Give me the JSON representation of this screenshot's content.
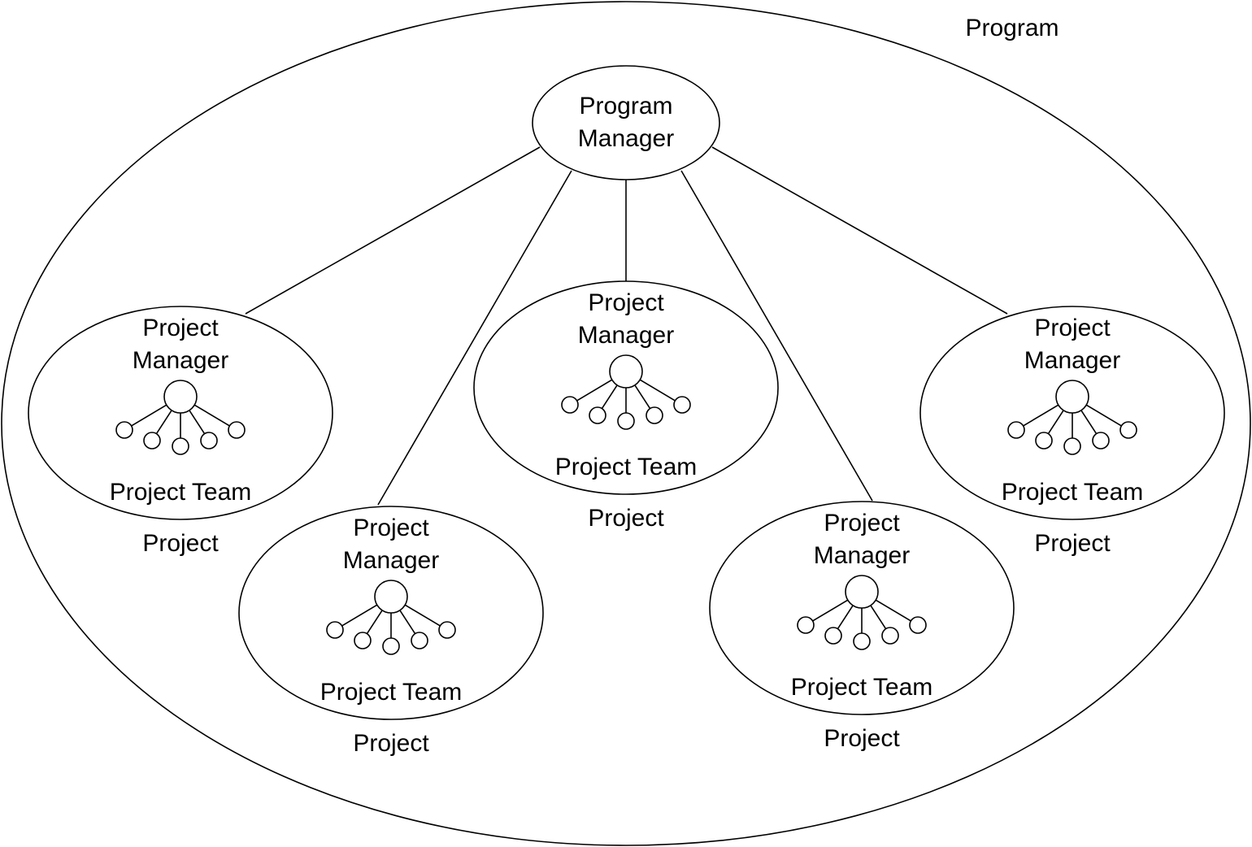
{
  "program": {
    "label": "Program",
    "manager_label_line1": "Program",
    "manager_label_line2": "Manager"
  },
  "projects": [
    {
      "manager_line1": "Project",
      "manager_line2": "Manager",
      "team_label": "Project Team",
      "project_label": "Project",
      "team_member_count": 5
    },
    {
      "manager_line1": "Project",
      "manager_line2": "Manager",
      "team_label": "Project Team",
      "project_label": "Project",
      "team_member_count": 5
    },
    {
      "manager_line1": "Project",
      "manager_line2": "Manager",
      "team_label": "Project Team",
      "project_label": "Project",
      "team_member_count": 5
    },
    {
      "manager_line1": "Project",
      "manager_line2": "Manager",
      "team_label": "Project Team",
      "project_label": "Project",
      "team_member_count": 5
    },
    {
      "manager_line1": "Project",
      "manager_line2": "Manager",
      "team_label": "Project Team",
      "project_label": "Project",
      "team_member_count": 5
    }
  ]
}
